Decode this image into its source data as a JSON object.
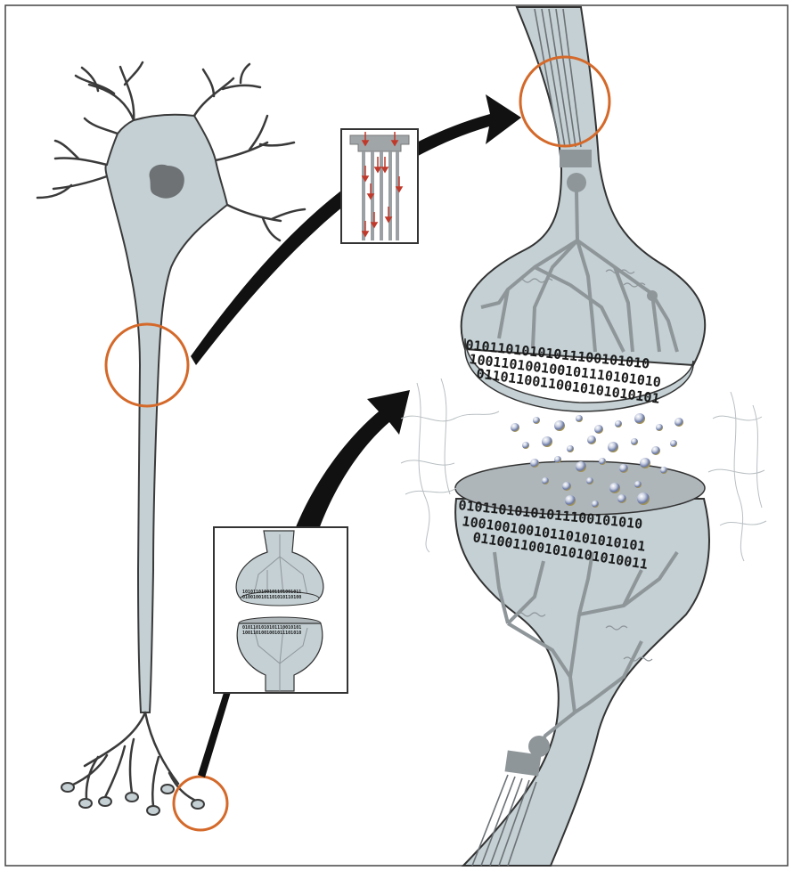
{
  "figure": {
    "colors": {
      "membrane_fill": "#c4d0d4",
      "outline": "#3a3a3a",
      "internal_structure": "#8f969a",
      "nucleus": "#6e7275",
      "highlight_ring": "#d4692a",
      "arrow": "#111111",
      "signal_arrow": "#c0392b",
      "frame": "#444444"
    },
    "binary_rows_upper": [
      "01011010101011100101010",
      "100110100100101110101010",
      "01101100110010101010101"
    ],
    "binary_rows_lower": [
      "01011010101011100101010",
      "10010010010110101010101",
      "0110011001010101010011"
    ],
    "icons": [
      "neuron-icon",
      "synapse-icon",
      "axon-fiber-icon"
    ]
  }
}
